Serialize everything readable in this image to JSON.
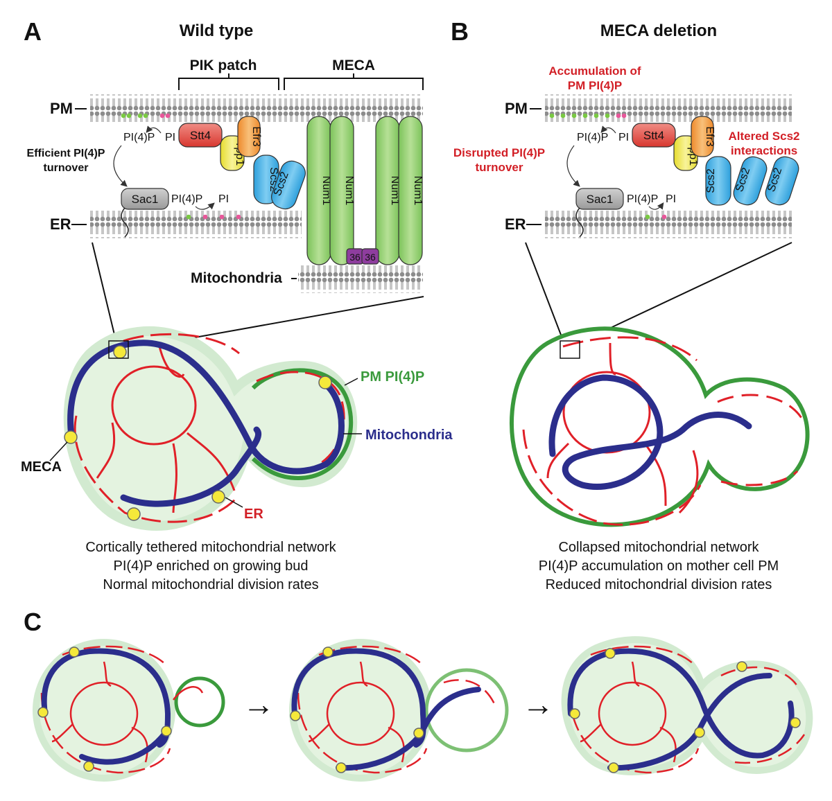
{
  "panel_a": {
    "letter": "A",
    "title": "Wild type",
    "bracket_pik": "PIK patch",
    "bracket_meca": "MECA",
    "label_pm": "PM",
    "label_er": "ER",
    "label_mito": "Mitochondria",
    "turnover_line1": "Efficient PI(4)P",
    "turnover_line2": "turnover",
    "pi4p_top": "PI(4)P",
    "pi_top": "PI",
    "pi4p_er": "PI(4)P",
    "pi_er": "PI",
    "prot_stt4": "Stt4",
    "prot_ypp1": "Ypp1",
    "prot_efr3": "Efr3",
    "prot_scs2_a": "Scs2",
    "prot_scs2_b": "Scs2",
    "prot_sac1": "Sac1",
    "prot_num1_1": "Num1",
    "prot_num1_2": "Num1",
    "prot_num1_3": "Num1",
    "prot_num1_4": "Num1",
    "prot_36_a": "36",
    "prot_36_b": "36",
    "cell_pm_pi4p": "PM PI(4)P",
    "cell_mito": "Mitochondria",
    "cell_meca": "MECA",
    "cell_er": "ER",
    "caption": [
      "Cortically tethered mitochondrial network",
      "PI(4)P enriched on growing bud",
      "Normal mitochondrial division rates"
    ]
  },
  "panel_b": {
    "letter": "B",
    "title": "MECA deletion",
    "accum_line1": "Accumulation of",
    "accum_line2": "PM PI(4)P",
    "label_pm": "PM",
    "label_er": "ER",
    "disrupt_line1": "Disrupted PI(4)P",
    "disrupt_line2": "turnover",
    "altered_line1": "Altered Scs2",
    "altered_line2": "interactions",
    "pi4p_top": "PI(4)P",
    "pi_top": "PI",
    "pi4p_er": "PI(4)P",
    "pi_er": "PI",
    "prot_stt4": "Stt4",
    "prot_ypp1": "Ypp1",
    "prot_efr3": "Efr3",
    "prot_scs2_a": "Scs2",
    "prot_scs2_b": "Scs2",
    "prot_scs2_c": "Scs2",
    "prot_sac1": "Sac1",
    "caption": [
      "Collapsed mitochondrial network",
      "PI(4)P accumulation on mother cell PM",
      "Reduced mitochondrial division rates"
    ]
  },
  "panel_c": {
    "letter": "C",
    "arrow1": "→",
    "arrow2": "→"
  },
  "colors": {
    "mitochondria": "#2b2e8c",
    "er": "#e02028",
    "pm_pi4p": "#3a9a3c",
    "cell_halo": "#d9eed6",
    "meca": "#f5e93a",
    "num1": "#9fd37e",
    "scs2": "#4eb6e8",
    "stt4": "#e8564e",
    "ypp1": "#f2ec5e",
    "efr3": "#f2a04a",
    "sac1": "#a8a8a8",
    "num36": "#8e3d9e"
  }
}
